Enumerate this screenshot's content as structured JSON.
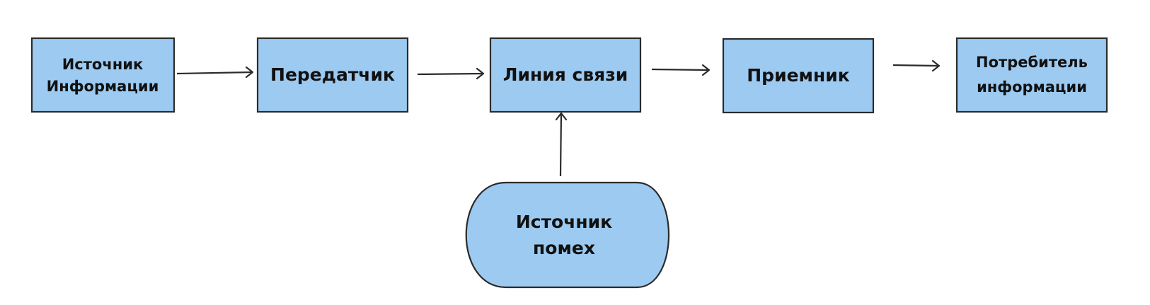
{
  "nodes": {
    "source": {
      "line1": "Источник",
      "line2": "Информации"
    },
    "transmitter": {
      "label": "Передатчик"
    },
    "channel": {
      "label": "Линия связи"
    },
    "receiver": {
      "label": "Приемник"
    },
    "consumer": {
      "line1": "Потребитель",
      "line2": "информации"
    },
    "noise": {
      "line1": "Источник",
      "line2": "помех"
    }
  },
  "colors": {
    "box_fill": "#9ccaf1",
    "stroke": "#2b2b2b",
    "text": "#111111"
  },
  "edges": [
    {
      "from": "source",
      "to": "transmitter"
    },
    {
      "from": "transmitter",
      "to": "channel"
    },
    {
      "from": "channel",
      "to": "receiver"
    },
    {
      "from": "receiver",
      "to": "consumer"
    },
    {
      "from": "noise",
      "to": "channel"
    }
  ]
}
